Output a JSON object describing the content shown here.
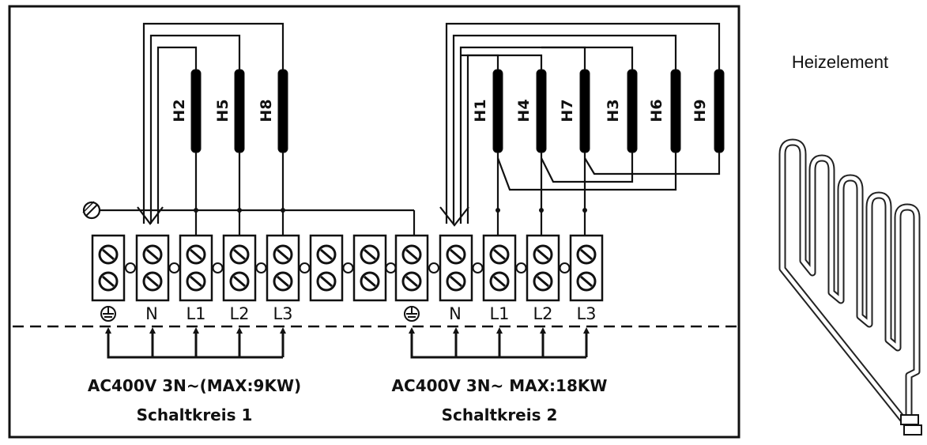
{
  "heaters": {
    "circuit1": [
      "H2",
      "H5",
      "H8"
    ],
    "circuit2": [
      "H1",
      "H4",
      "H7",
      "H3",
      "H6",
      "H9"
    ]
  },
  "terminals": {
    "circuit1": [
      "N",
      "L1",
      "L2",
      "L3"
    ],
    "circuit2": [
      "N",
      "L1",
      "L2",
      "L3"
    ]
  },
  "captions": {
    "supply1": "AC400V 3N~(MAX:9KW)",
    "supply2": "AC400V 3N~ MAX:18KW",
    "circuit1": "Schaltkreis 1",
    "circuit2": "Schaltkreis 2"
  },
  "element_title": "Heizelement",
  "icons": [
    "ground-icon",
    "ground-screw-icon",
    "terminal-screw-icon",
    "heating-element-icon"
  ]
}
